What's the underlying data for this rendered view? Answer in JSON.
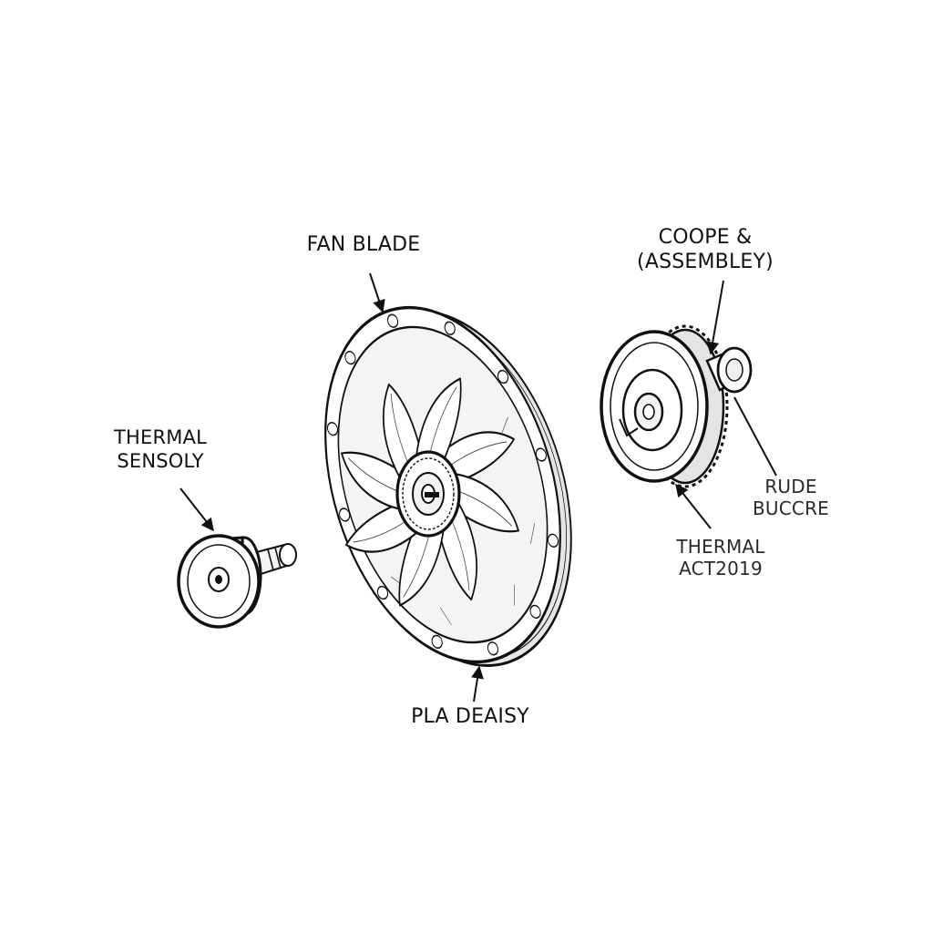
{
  "labels": {
    "fan_blade": "FAN BLADE",
    "coope_line1": "COOPE &",
    "coope_line2": "(ASSEMBLEY)",
    "thermal_sensoly_line1": "THERMAL",
    "thermal_sensoly_line2": "SENSOLY",
    "rude_line1": "RUDE",
    "rude_line2": "BUCCRE",
    "thermal_act_line1": "THERMAL",
    "thermal_act_line2": "ACT2019",
    "pla_deaisy": "PLA DEAISY"
  },
  "colors": {
    "ink": "#111111",
    "paper": "#ffffff",
    "shade": "#d8d8d8"
  }
}
